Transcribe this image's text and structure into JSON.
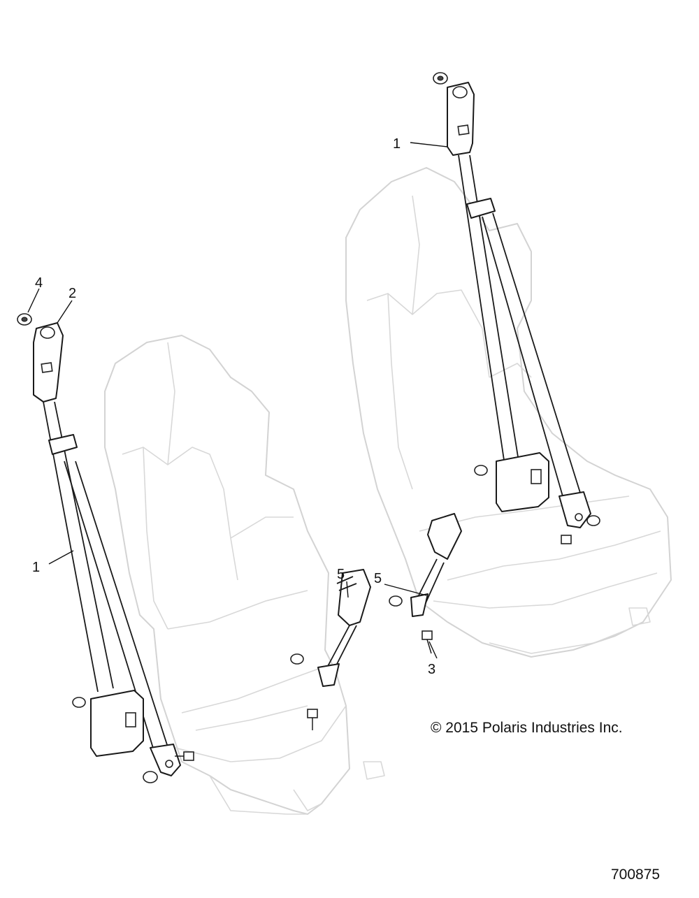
{
  "callouts": [
    "1",
    "2",
    "3",
    "4",
    "5",
    "1",
    "5"
  ],
  "copyright": "© 2015 Polaris Industries Inc.",
  "figure_number": "700875",
  "colors": {
    "line": "#1a1a1a",
    "seat_outline": "#d3d3d3",
    "background": "#ffffff"
  }
}
